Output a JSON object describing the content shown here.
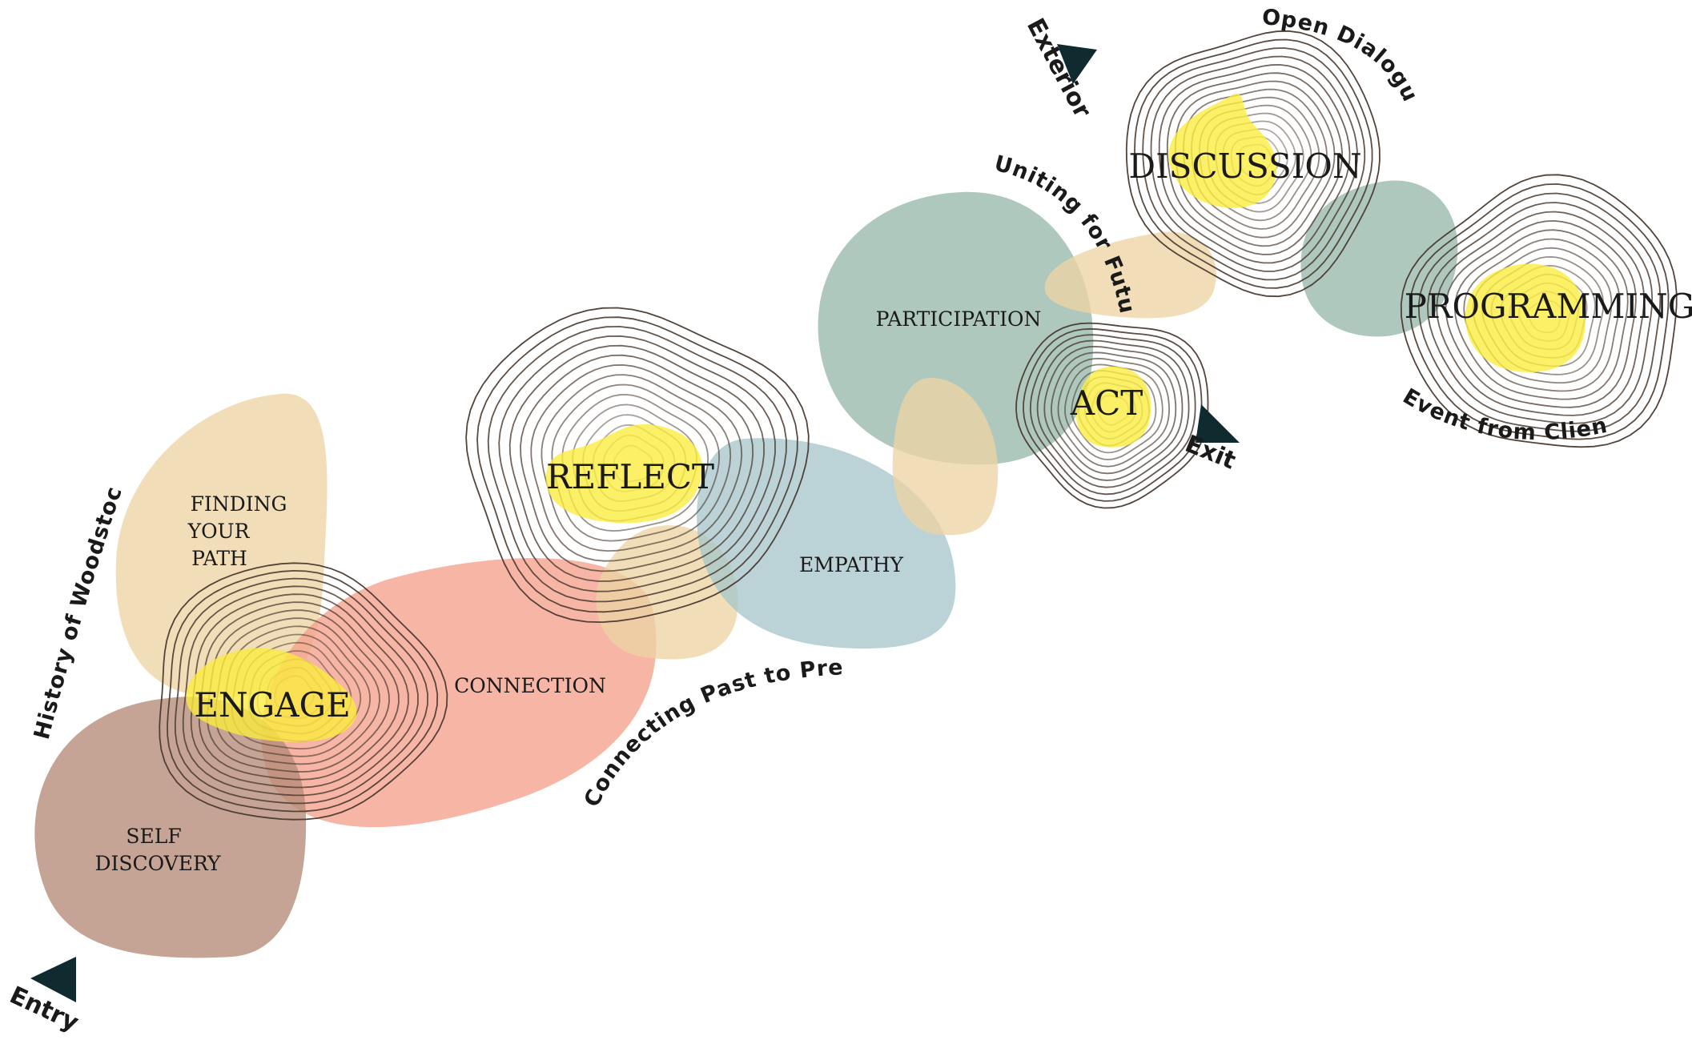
{
  "colors": {
    "tan": "#edd3a4",
    "salmon": "#f4a08c",
    "brown": "#b58a77",
    "sage": "#97b8ab",
    "blue": "#a8c6cb",
    "yellow": "#fbec3b",
    "ring": "#4a3a30",
    "arrow": "#0f2b30"
  },
  "nodes": {
    "engage": "ENGAGE",
    "reflect": "REFLECT",
    "act": "ACT",
    "discussion": "DISCUSSION",
    "programming": "PROGRAMMING"
  },
  "themes": {
    "finding_your_path": [
      "FINDING",
      "YOUR",
      "PATH"
    ],
    "self_discovery": [
      "SELF",
      "DISCOVERY"
    ],
    "connection": "CONNECTION",
    "empathy": "EMPATHY",
    "participation": "PARTICIPATION"
  },
  "path_labels": {
    "history": "History of Woodstock",
    "connecting": "Connecting Past to Present",
    "uniting": "Uniting for Future",
    "open_dialogue": "Open Dialogue",
    "event_from_client": "Event from Client"
  },
  "markers": {
    "entry": "Entry",
    "exterior": "Exterior",
    "exit": "Exit"
  }
}
